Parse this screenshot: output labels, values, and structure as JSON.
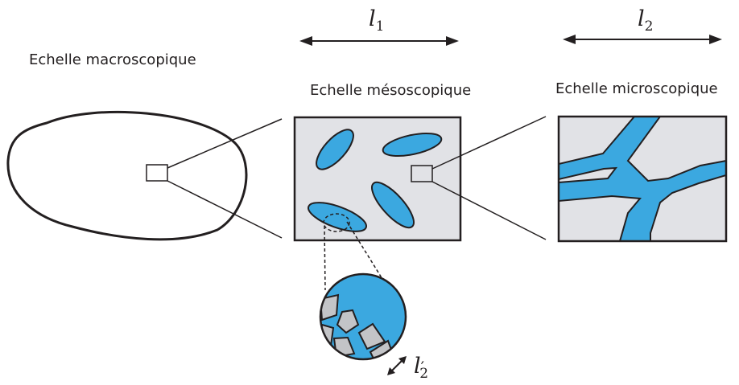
{
  "labels": {
    "macro": "Echelle macroscopique",
    "meso": "Echelle mésoscopique",
    "micro": "Echelle microscopique"
  },
  "lengths": {
    "l1": {
      "symbol": "l",
      "sub": "1",
      "prime": ""
    },
    "l2": {
      "symbol": "l",
      "sub": "2",
      "prime": ""
    },
    "l2p": {
      "symbol": "l",
      "sub": "2",
      "prime": "′"
    }
  },
  "colors": {
    "stroke": "#231f20",
    "box_fill": "#e1e2e6",
    "inclusion_fill": "#3ba8e0",
    "grain_fill": "#c3c4c7"
  }
}
